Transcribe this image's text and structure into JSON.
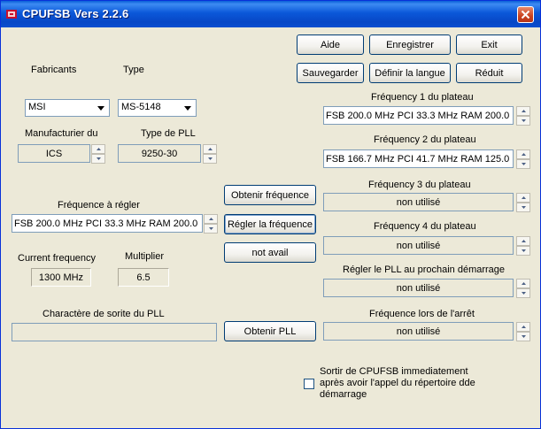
{
  "window": {
    "title": "CPUFSB  Vers 2.2.6"
  },
  "buttons": {
    "aide": "Aide",
    "enregistrer": "Enregistrer",
    "exit": "Exit",
    "sauvegarder": "Sauvegarder",
    "definir_langue": "Définir la langue",
    "reduit": "Réduit",
    "obtenir_frequence": "Obtenir fréquence",
    "regler_frequence": "Régler la fréquence",
    "not_avail": "not avail",
    "obtenir_pll": "Obtenir PLL"
  },
  "left": {
    "fabricants_label": "Fabricants",
    "type_label": "Type",
    "fabricant_value": "MSI",
    "type_value": "MS-5148",
    "manufacturier_label": "Manufacturier du",
    "manufacturier_value": "ICS",
    "pll_type_label": "Type de PLL",
    "pll_type_value": "9250-30",
    "freq_to_set_label": "Fréquence à régler",
    "freq_to_set_value": "FSB 200.0 MHz  PCI 33.3 MHz  RAM 200.0",
    "current_freq_label": "Current frequency",
    "current_freq_value": "1300 MHz",
    "multiplier_label": "Multiplier",
    "multiplier_value": "6.5",
    "pll_output_label": "Charactère de sorite du PLL",
    "pll_output_value": ""
  },
  "right": {
    "plate1_label": "Fréquency 1 du plateau",
    "plate1_value": "FSB 200.0 MHz  PCI 33.3 MHz  RAM 200.0",
    "plate2_label": "Fréquency 2 du plateau",
    "plate2_value": "FSB 166.7 MHz  PCI 41.7 MHz  RAM 125.0",
    "plate3_label": "Fréquency 3 du plateau",
    "plate3_value": "non utilisé",
    "plate4_label": "Fréquency 4 du plateau",
    "plate4_value": "non utilisé",
    "next_boot_label": "Régler le PLL au prochain démarrage",
    "next_boot_value": "non utilisé",
    "stop_freq_label": "Fréquence lors de l'arrêt",
    "stop_freq_value": "non utilisé"
  },
  "checkbox": {
    "line1": "Sortir de CPUFSB immediatement",
    "line2": "après avoir l'appel du répertoire dde",
    "line3": "démarrage",
    "checked": false
  }
}
